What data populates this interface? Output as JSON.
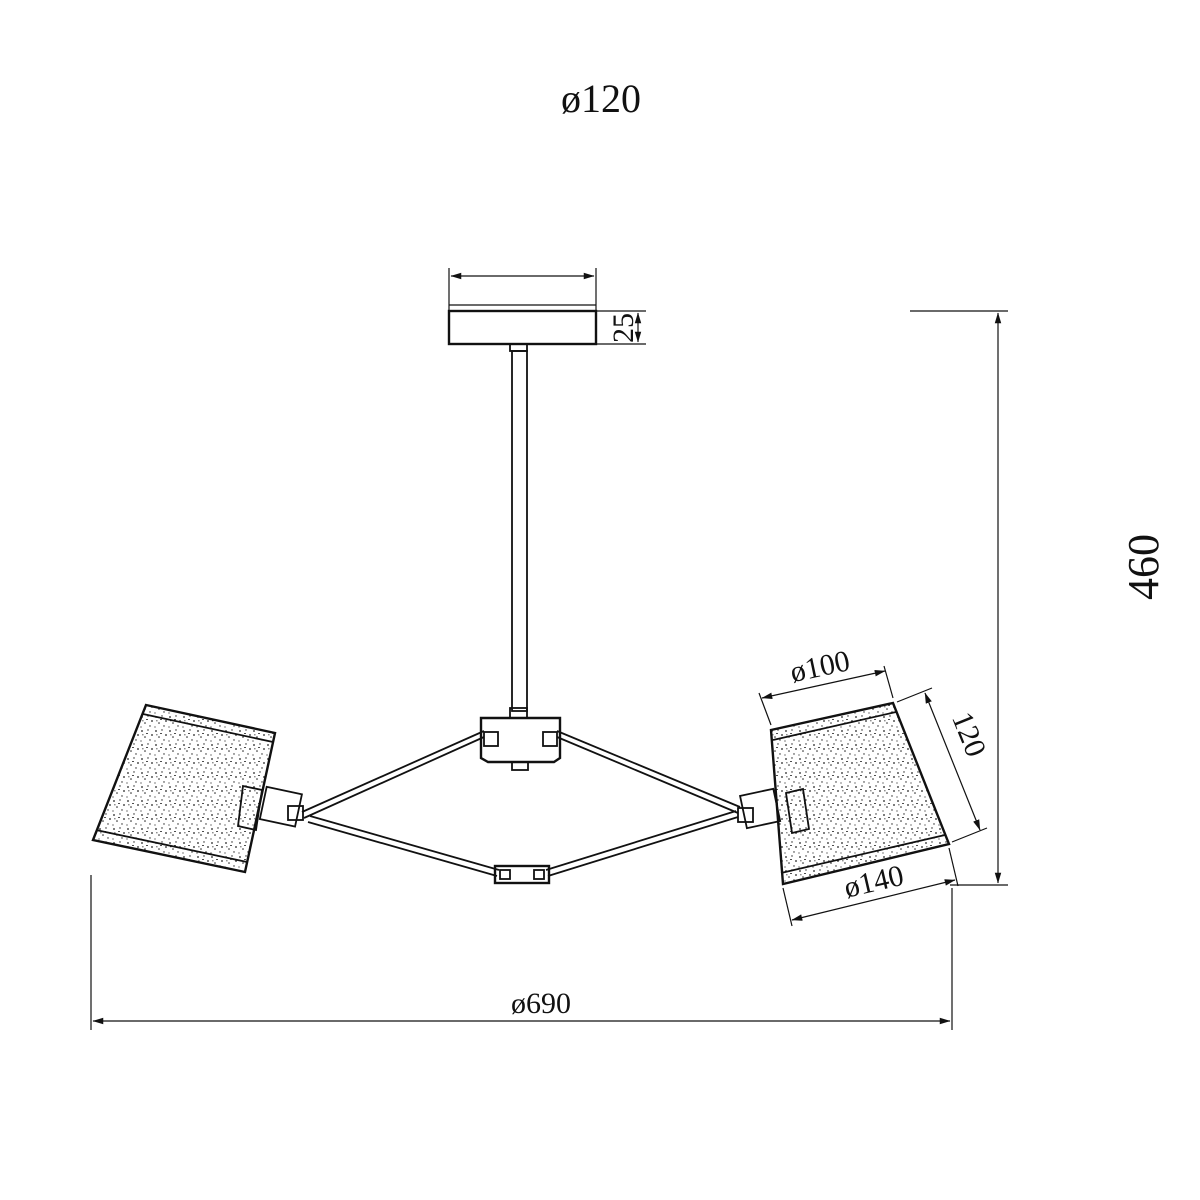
{
  "dimensions": {
    "canopy_diameter": "ø120",
    "canopy_height": "25",
    "overall_height": "460",
    "shade_top_diameter": "ø100",
    "shade_height": "120",
    "shade_bottom_diameter": "ø140",
    "overall_diameter": "ø690"
  },
  "colors": {
    "line": "#111111",
    "background": "#ffffff"
  }
}
